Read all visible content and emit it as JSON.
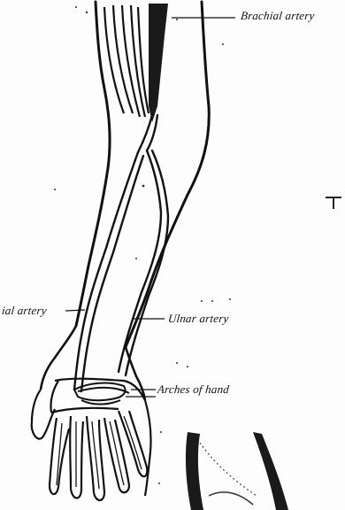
{
  "labels": {
    "brachial": "Brachial artery",
    "radial": "ial artery",
    "ulnar": "Ulnar artery",
    "arches": "Arches of hand"
  },
  "colors": {
    "ink": "#111111",
    "paper": "#fdfdfd",
    "shadow": "#2a2a2a"
  }
}
